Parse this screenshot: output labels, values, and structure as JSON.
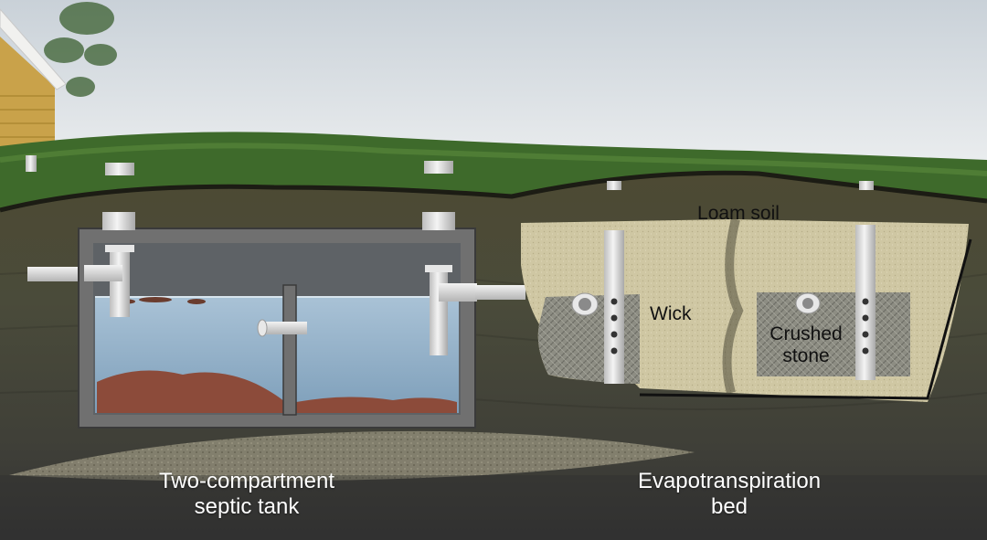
{
  "labels": {
    "loam_soil": "Loam soil",
    "wick": "Wick",
    "crushed_stone": [
      "Crushed",
      "stone"
    ],
    "septic_tank": [
      "Two-compartment",
      "septic tank"
    ],
    "et_bed": [
      "Evapotranspiration",
      "bed"
    ]
  },
  "colors": {
    "sky": "#d7dde2",
    "grass": "#3f6a2a",
    "subsoil": "#4a4a3e",
    "tank_wall": "#6f6f6b",
    "water": "#8fb1cc",
    "sludge": "#8a4a3a",
    "sand_bed": "#cfc6a2",
    "crushed_stone": "#8c8c80",
    "pipe": "#dcdcdc"
  }
}
